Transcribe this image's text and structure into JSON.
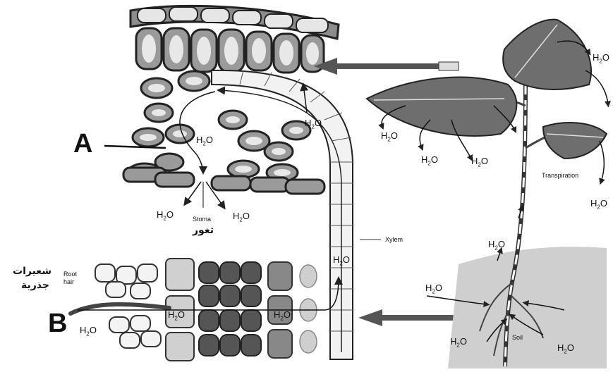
{
  "labels": {
    "A": "A",
    "B": "B",
    "stoma": "Stoma",
    "stoma_ar": "ثغور",
    "root_hair": "Root",
    "root_hair_2": "hair",
    "root_hair_ar_1": "شعيرات",
    "root_hair_ar_2": "جذرية",
    "xylem": "Xylem",
    "transpiration": "Transpiration",
    "soil": "Soil"
  },
  "water": {
    "base": "H",
    "sub": "2",
    "tail": "O"
  },
  "colors": {
    "cell_wall": "#2a2a2a",
    "cell_fill": "#9a9a9a",
    "cell_light": "#e8e8e8",
    "soil": "#cfcfcf",
    "dark_cells": "#555555",
    "arrow": "#444444"
  }
}
